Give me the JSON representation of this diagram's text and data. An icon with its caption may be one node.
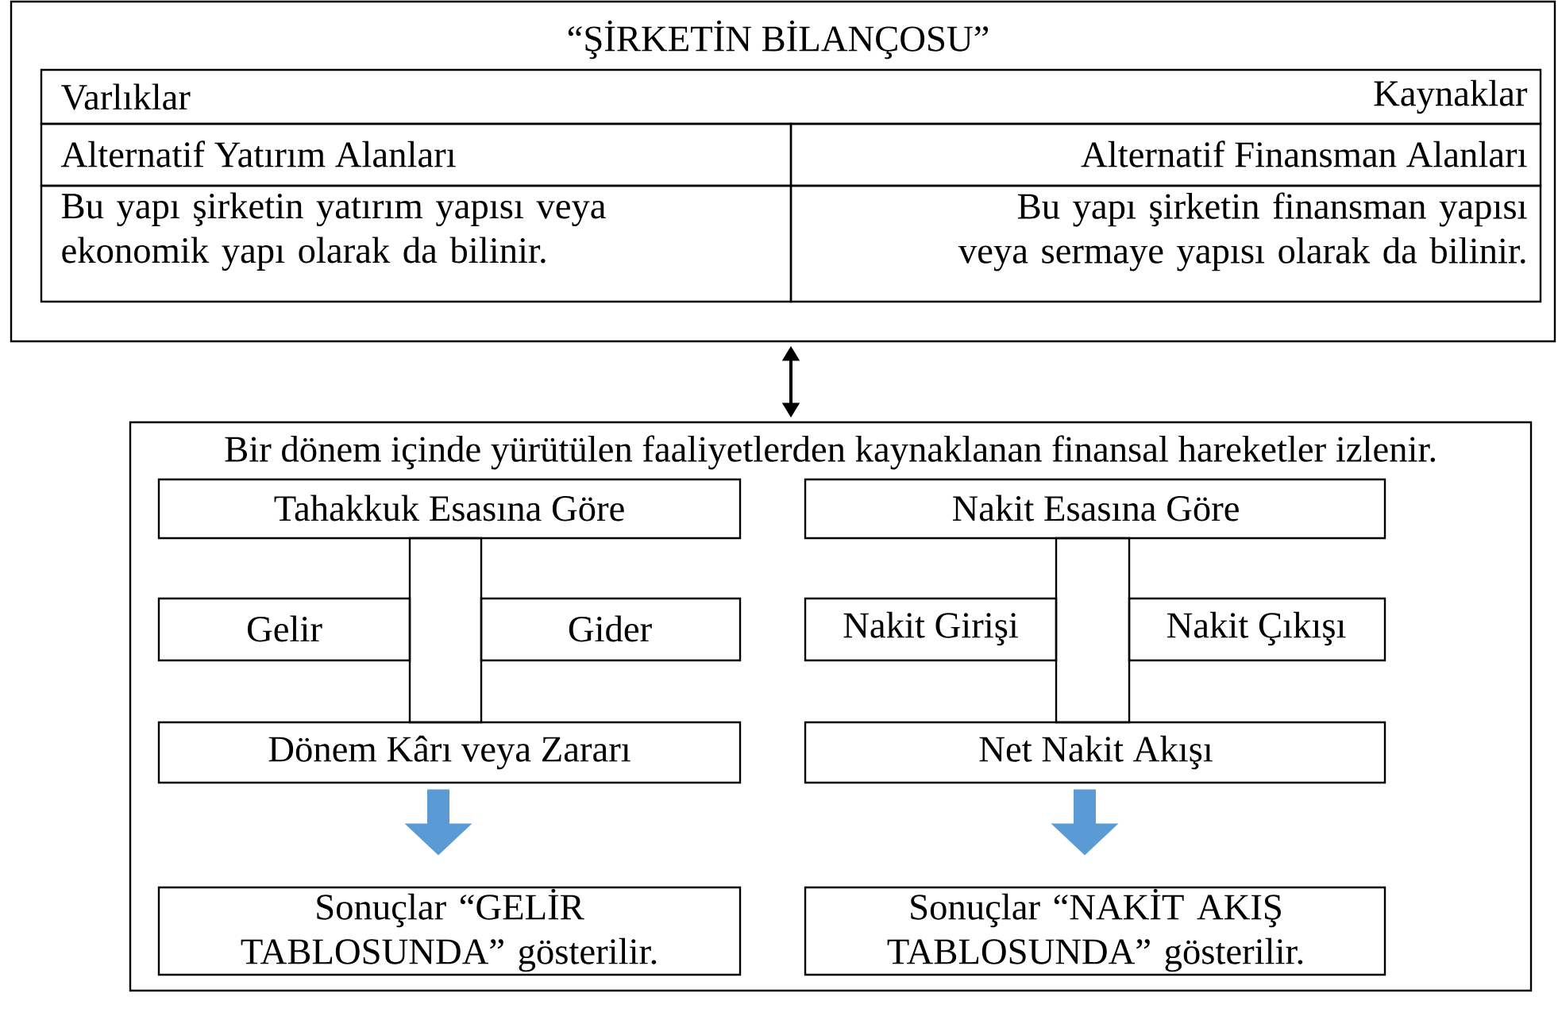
{
  "diagram": {
    "nodes": [
      {
        "text": [
          "“ŞİRKETİN BİLANÇOSU”"
        ]
      },
      {
        "text": [
          "Varlıklar",
          "Kaynaklar"
        ],
        "in": 0
      },
      {
        "text": [
          "Alternatif Yatırım Alanları"
        ],
        "in": 0
      },
      {
        "text": [
          "Alternatif Finansman Alanları"
        ],
        "in": 0
      },
      {
        "text": [
          "Bu yapı şirketin yatırım yapısı veya ekonomik yapı olarak da bilinir."
        ],
        "in": 0
      },
      {
        "text": [
          "Bu yapı şirketin finansman yapısı veya sermaye yapısı olarak da bilinir."
        ],
        "in": 0
      },
      {
        "text": [
          "Bir dönem içinde yürütülen faaliyetlerden kaynaklanan finansal hareketler izlenir."
        ]
      },
      {
        "text": [
          "Tahakkuk Esasına Göre"
        ],
        "in": 6
      },
      {
        "text": [],
        "shape": "box",
        "in": 6
      },
      {
        "text": [
          "Gelir"
        ],
        "in": 6
      },
      {
        "text": [
          "Gider"
        ],
        "in": 6
      },
      {
        "text": [
          "Dönem Kârı veya Zararı"
        ],
        "in": 6
      },
      {
        "text": [
          "Sonuçlar “GELİR TABLOSUNDA” gösterilir."
        ],
        "in": 6
      },
      {
        "text": [
          "Nakit Esasına Göre"
        ],
        "in": 6
      },
      {
        "text": [],
        "shape": "box",
        "in": 6
      },
      {
        "text": [
          "Nakit Girişi"
        ],
        "in": 6
      },
      {
        "text": [
          "Nakit Çıkışı"
        ],
        "in": 6
      },
      {
        "text": [
          "Net Nakit Akışı"
        ],
        "in": 6
      },
      {
        "text": [
          "Sonuçlar “NAKİT AKIŞ TABLOSUNDA” gösterilir."
        ],
        "in": 6
      }
    ],
    "edges": [
      {
        "from": 0,
        "to": 6,
        "arrow": "both",
        "color": "#000000"
      },
      {
        "from": 11,
        "to": 12,
        "arrow": "to",
        "color": "#5b9bd5"
      },
      {
        "from": 17,
        "to": 18,
        "arrow": "to",
        "color": "#5b9bd5"
      }
    ]
  }
}
